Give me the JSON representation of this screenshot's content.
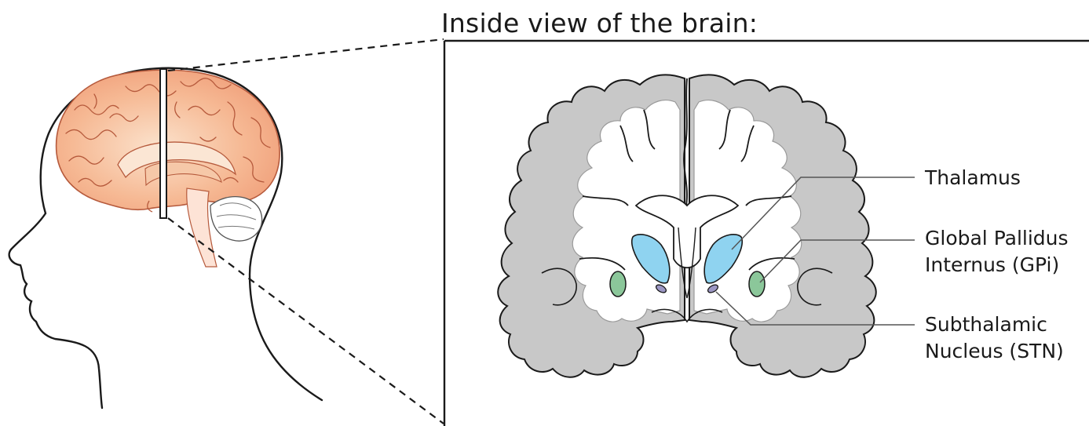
{
  "title": "Inside view of the brain:",
  "labels": {
    "thalamus": "Thalamus",
    "gpi_line1": "Global Pallidus",
    "gpi_line2": "Internus (GPi)",
    "stn_line1": "Subthalamic",
    "stn_line2": "Nucleus (STN)"
  },
  "colors": {
    "brain_fill": "#f2a47e",
    "brain_highlight": "#f9d5b8",
    "gray_matter": "#c8c8c8",
    "white_matter": "#ffffff",
    "thalamus": "#8fd3f0",
    "gpi": "#8bc79a",
    "stn": "#9c97c4",
    "outline": "#1a1a1a"
  }
}
